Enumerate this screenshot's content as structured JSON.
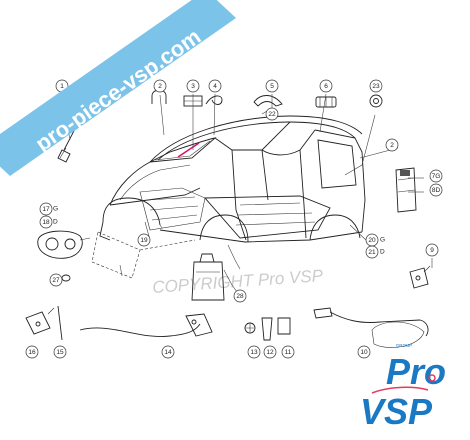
{
  "banner": {
    "text": "pro-piece-vsp.com",
    "background": "#7cc3ea",
    "text_color": "#ffffff"
  },
  "watermark": {
    "text": "COPYRIGHT Pro VSP",
    "color": "#cccccc"
  },
  "logo": {
    "line1": "Pro",
    "line2": "VSP",
    "small": "GROUP",
    "color": "#1b78c2",
    "accent": "#e53a5b"
  },
  "highlight_color": "#d1156b",
  "callouts": [
    {
      "id": "c1",
      "label": "1"
    },
    {
      "id": "c2a",
      "label": "2"
    },
    {
      "id": "c2b",
      "label": "2"
    },
    {
      "id": "c3",
      "label": "3",
      "highlighted": true
    },
    {
      "id": "c4",
      "label": "4"
    },
    {
      "id": "c5",
      "label": "5"
    },
    {
      "id": "c6",
      "label": "6"
    },
    {
      "id": "c23",
      "label": "23"
    },
    {
      "id": "c22",
      "label": "22"
    },
    {
      "id": "c7",
      "label": "7G"
    },
    {
      "id": "c8",
      "label": "8D"
    },
    {
      "id": "c17",
      "label": "17"
    },
    {
      "id": "c18",
      "label": "18"
    },
    {
      "id": "c19",
      "label": "19"
    },
    {
      "id": "c20",
      "label": "20"
    },
    {
      "id": "c21",
      "label": "21"
    },
    {
      "id": "c9",
      "label": "9"
    },
    {
      "id": "c27",
      "label": "27"
    },
    {
      "id": "c28",
      "label": "28"
    },
    {
      "id": "c10",
      "label": "10"
    },
    {
      "id": "c11",
      "label": "11"
    },
    {
      "id": "c12",
      "label": "12"
    },
    {
      "id": "c13",
      "label": "13"
    },
    {
      "id": "c14",
      "label": "14"
    },
    {
      "id": "c15",
      "label": "15"
    },
    {
      "id": "c16",
      "label": "16"
    }
  ],
  "side_letters": {
    "g17": "G",
    "d18": "D",
    "g20": "G",
    "d21": "D"
  }
}
